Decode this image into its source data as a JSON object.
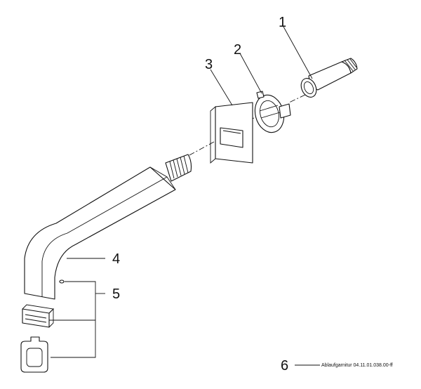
{
  "callouts": {
    "c1": "1",
    "c2": "2",
    "c3": "3",
    "c4": "4",
    "c5": "5",
    "c6": "6"
  },
  "footnote": {
    "label": "Ablaufgarnitur 04.11.01.038.00-ff"
  }
}
